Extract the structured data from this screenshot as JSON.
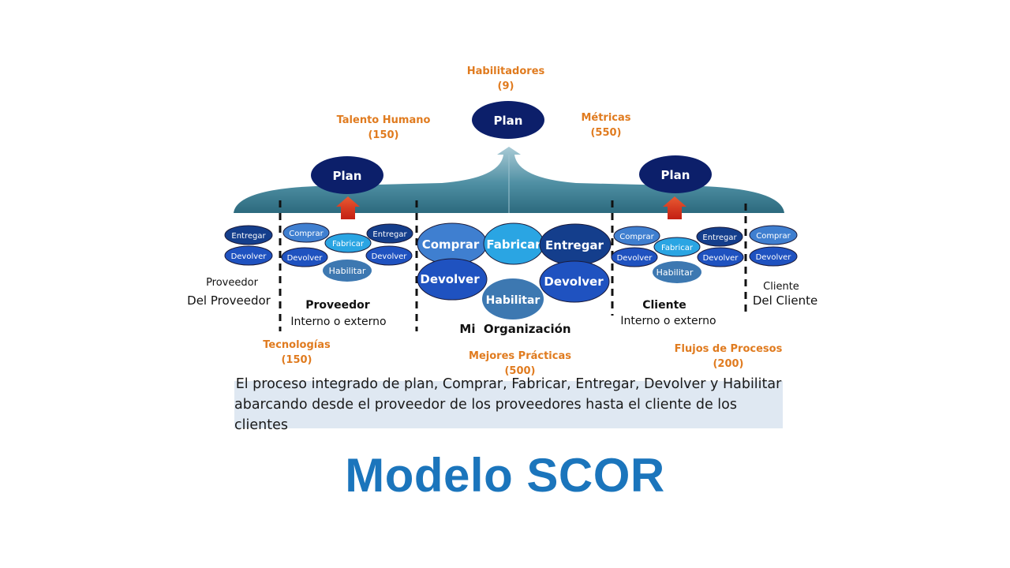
{
  "title": "Modelo SCOR",
  "caption": {
    "line1": "El proceso integrado de plan, Comprar, Fabricar, Entregar, Devolver y Habilitar",
    "line2": "abarcando desde el proveedor de los proveedores hasta el cliente de los clientes"
  },
  "annotations": {
    "habilitadores": {
      "label": "Habilitadores",
      "value": "(9)"
    },
    "talento": {
      "label": "Talento Humano",
      "value": "(150)"
    },
    "metricas": {
      "label": "Métricas",
      "value": "(550)"
    },
    "tecnologias": {
      "label": "Tecnologías",
      "value": "(150)"
    },
    "mejores": {
      "label": "Mejores Prácticas",
      "value": "(500)"
    },
    "flujos": {
      "label": "Flujos de Procesos",
      "value": "(200)"
    }
  },
  "plan": {
    "top": "Plan",
    "left": "Plan",
    "right": "Plan"
  },
  "groups": {
    "proveedor_del_proveedor": {
      "entregar": "Entregar",
      "devolver": "Devolver",
      "line1": "Proveedor",
      "line2": "Del Proveedor"
    },
    "proveedor": {
      "comprar": "Comprar",
      "fabricar": "Fabricar",
      "entregar": "Entregar",
      "devolver_left": "Devolver",
      "devolver_right": "Devolver",
      "habilitar": "Habilitar",
      "line1": "Proveedor",
      "line2": "Interno o externo"
    },
    "organizacion": {
      "comprar": "Comprar",
      "fabricar": "Fabricar",
      "entregar": "Entregar",
      "devolver_left": "Devolver",
      "devolver_right": "Devolver",
      "habilitar": "Habilitar",
      "label": "Mi  Organización"
    },
    "cliente": {
      "comprar": "Comprar",
      "fabricar": "Fabricar",
      "entregar": "Entregar",
      "devolver_left": "Devolver",
      "devolver_right": "Devolver",
      "habilitar": "Habilitar",
      "line1": "Cliente",
      "line2": "Interno o externo"
    },
    "cliente_del_cliente": {
      "comprar": "Comprar",
      "devolver": "Devolver",
      "line1": "Cliente",
      "line2": "Del Cliente"
    }
  },
  "colors": {
    "annotation": "#e07b1f",
    "navy": "#0c1f6a",
    "dark_blue": "#143e8c",
    "royal": "#1f52c0",
    "mid_blue": "#3f7fd0",
    "cyan": "#2aa5e3",
    "steel": "#3d78b1",
    "arrow_red": "#d6301d",
    "title": "#1b75bc"
  }
}
